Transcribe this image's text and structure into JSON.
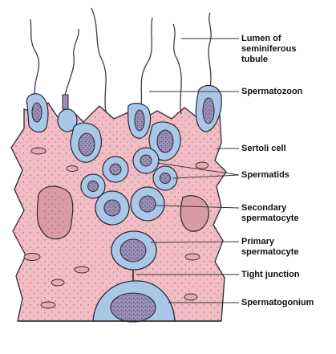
{
  "colors": {
    "sertoli_fill": "#f2bcc4",
    "germ_cell_fill": "#a9c8e8",
    "nucleus_fill": "#9a8fb8",
    "outline": "#2b2b33",
    "background": "#ffffff"
  },
  "labels": {
    "lumen": [
      "Lumen of",
      "seminiferous",
      "tubule"
    ],
    "spermatozoon": "Spermatozoon",
    "sertoli_cell": "Sertoli cell",
    "spermatids": "Spermatids",
    "secondary_spermatocyte": [
      "Secondary",
      "spermatocyte"
    ],
    "primary_spermatocyte": [
      "Primary",
      "spermatocyte"
    ],
    "tight_junction": "Tight junction",
    "spermatogonium": "Spermatogonium"
  }
}
